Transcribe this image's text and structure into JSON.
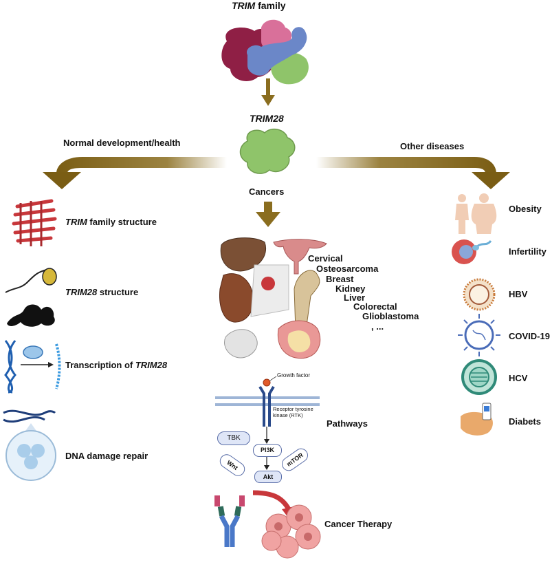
{
  "top": {
    "family_prefix": "TRIM",
    "family_suffix": " family",
    "trim28": "TRIM28",
    "cancers": "Cancers"
  },
  "branches": {
    "left": "Normal development/health",
    "right": "Other diseases"
  },
  "left_items": [
    {
      "italic": "TRIM",
      "text": " family structure"
    },
    {
      "italic": "TRIM28",
      "text": " structure"
    },
    {
      "prefix": "Transcription of ",
      "italic": "TRIM28"
    },
    {
      "text": "DNA damage repair"
    }
  ],
  "right_items": [
    "Obesity",
    "Infertility",
    "HBV",
    "COVID-19",
    "HCV",
    "Diabets"
  ],
  "cancer_list": [
    "Cervical",
    "Osteosarcoma",
    "Breast",
    "Kidney",
    "Liver",
    "Colorectal",
    "Glioblastoma",
    ", ..."
  ],
  "pathway": {
    "growth_factor": "Growth factor",
    "rtk_line1": "Receptor tyrosine",
    "rtk_line2": "kinase (RTK)",
    "tbk": "TBK",
    "wnt": "Wnt",
    "pi3k": "PI3K",
    "mtor": "mTOR",
    "akt": "Akt",
    "label": "Pathways"
  },
  "therapy": "Cancer Therapy",
  "colors": {
    "arrow_gold": "#8a6d1f",
    "trim28_green": "#8fc46a",
    "accent_red": "#c8373b"
  }
}
